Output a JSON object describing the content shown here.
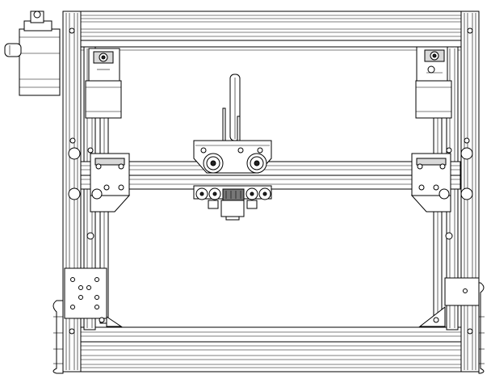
{
  "drawing": {
    "subject": "3d-printer-frame-front-view",
    "line_color": "#000000",
    "background": "#ffffff",
    "parts": {
      "frame": "aluminum-extrusion-frame",
      "gantry": "x-axis-gantry",
      "carriage": "extruder-carriage",
      "motors": [
        "x-stepper-motor",
        "z-stepper-motor-left",
        "z-stepper-motor-right"
      ],
      "lead_screw": "z-lead-screw",
      "brackets": "corner-brackets"
    }
  }
}
